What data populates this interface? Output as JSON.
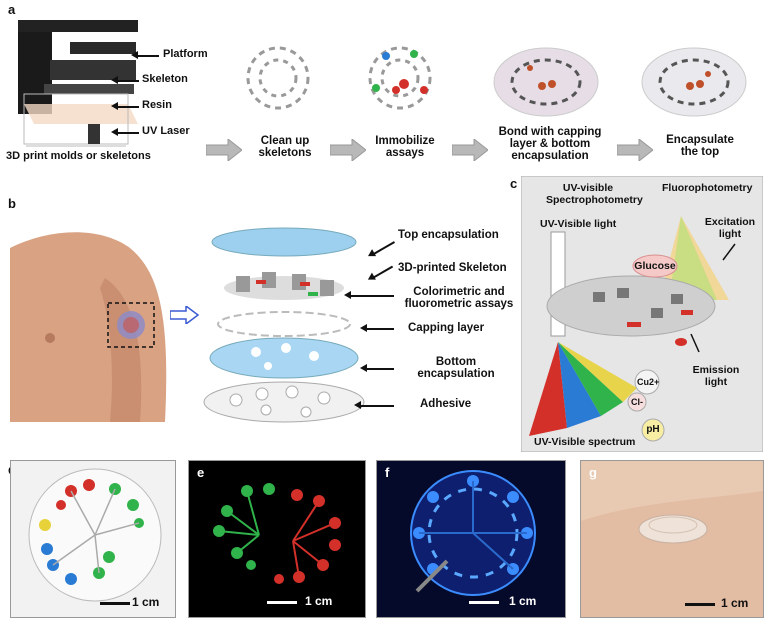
{
  "panels": {
    "a": {
      "letter": "a",
      "printer_labels": [
        "Platform",
        "Skeleton",
        "Resin",
        "UV Laser"
      ],
      "caption": "3D print molds or skeletons",
      "steps": [
        "Clean up skeletons",
        "Immobilize assays",
        "Bond with capping layer & bottom encapsulation",
        "Encapsulate the top"
      ]
    },
    "b": {
      "letter": "b",
      "layers": [
        "Top encapsulation",
        "3D-printed Skeleton",
        "Colorimetric and fluorometric assays",
        "Capping layer",
        "Bottom encapsulation",
        "Adhesive"
      ]
    },
    "c": {
      "letter": "c",
      "left_title": "UV-visible Spectrophotometry",
      "right_title": "Fluorophotometry",
      "uv_light": "UV-Visible light",
      "excitation": "Excitation light",
      "glucose": "Glucose",
      "emission": "Emission light",
      "cu": "Cu2+",
      "cl": "Cl-",
      "ph": "pH",
      "spectrum": "UV-Visible spectrum"
    },
    "d": {
      "letter": "d",
      "scale": "1 cm"
    },
    "e": {
      "letter": "e",
      "scale": "1 cm"
    },
    "f": {
      "letter": "f",
      "scale": "1 cm"
    },
    "g": {
      "letter": "g",
      "scale": "1 cm"
    }
  },
  "colors": {
    "red": "#d4302a",
    "green": "#2fb34a",
    "blue": "#2a7bd4",
    "yellow": "#e8d23a",
    "gray_arrow": "#b8b8b8"
  }
}
